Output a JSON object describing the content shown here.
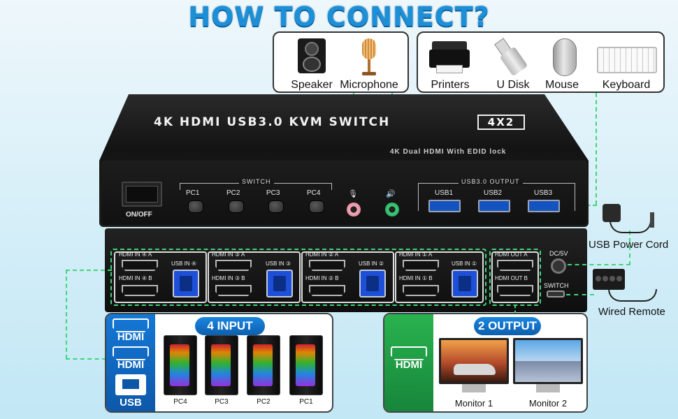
{
  "header": {
    "title": "HOW TO CONNECT?"
  },
  "audio_peripherals": [
    {
      "label": "Speaker",
      "icon": "speaker-icon"
    },
    {
      "label": "Microphone",
      "icon": "microphone-icon"
    }
  ],
  "usb_peripherals": [
    {
      "label": "Printers",
      "icon": "printer-icon"
    },
    {
      "label": "U Disk",
      "icon": "usb-disk-icon"
    },
    {
      "label": "Mouse",
      "icon": "mouse-icon"
    },
    {
      "label": "Keyboard",
      "icon": "keyboard-icon"
    }
  ],
  "device": {
    "title": "4K HDMI USB3.0 KVM SWITCH",
    "badge": "4X2",
    "subtitle": "4K Dual HDMI With EDID lock",
    "power_label": "ON/OFF",
    "switch_label": "SWITCH",
    "pc_buttons": [
      "PC1",
      "PC2",
      "PC3",
      "PC4"
    ],
    "mic_symbol": "🎙",
    "speaker_symbol": "🔊",
    "usb_output_label": "USB3.0 OUTPUT",
    "usb_ports": [
      "USB1",
      "USB2",
      "USB3"
    ],
    "back_ports": [
      {
        "hdmi_a": "HDMI IN ④ A",
        "hdmi_b": "HDMI IN ④ B",
        "usb": "USB IN ④"
      },
      {
        "hdmi_a": "HDMI IN ③ A",
        "hdmi_b": "HDMI IN ③ B",
        "usb": "USB IN ③"
      },
      {
        "hdmi_a": "HDMI IN ② A",
        "hdmi_b": "HDMI IN ② B",
        "usb": "USB IN ②"
      },
      {
        "hdmi_a": "HDMI IN ① A",
        "hdmi_b": "HDMI IN ① B",
        "usb": "USB IN ①"
      }
    ],
    "hdmi_out_a": "HDMI OUT A",
    "hdmi_out_b": "HDMI OUT B",
    "dc_label": "DC/5V",
    "switch_port_label": "SWITCH"
  },
  "accessories": {
    "power_cord": "USB Power Cord",
    "remote": "Wired Remote"
  },
  "input_panel": {
    "pill": "4 INPUT",
    "icons": [
      "HDMI",
      "HDMI",
      "USB"
    ],
    "pcs": [
      "PC4",
      "PC3",
      "PC2",
      "PC1"
    ]
  },
  "output_panel": {
    "pill": "2 OUTPUT",
    "icon": "HDMI",
    "monitors": [
      "Monitor 1",
      "Monitor 2"
    ]
  },
  "colors": {
    "title": "#1c8fd6",
    "connector_line": "#3fd67a",
    "input_accent": "#1478d6",
    "output_accent": "#29b34f",
    "usb_port": "#1554c0"
  }
}
